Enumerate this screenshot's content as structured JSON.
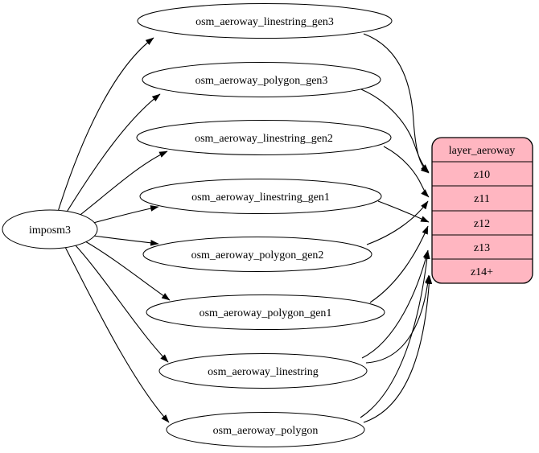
{
  "graph": {
    "background_color": "#ffffff",
    "edge_color": "#000000",
    "source": {
      "label": "imposm3"
    },
    "tables": [
      {
        "label": "osm_aeroway_linestring_gen3"
      },
      {
        "label": "osm_aeroway_polygon_gen3"
      },
      {
        "label": "osm_aeroway_linestring_gen2"
      },
      {
        "label": "osm_aeroway_linestring_gen1"
      },
      {
        "label": "osm_aeroway_polygon_gen2"
      },
      {
        "label": "osm_aeroway_polygon_gen1"
      },
      {
        "label": "osm_aeroway_linestring"
      },
      {
        "label": "osm_aeroway_polygon"
      }
    ],
    "layer": {
      "title": "layer_aeroway",
      "rows": [
        "z10",
        "z11",
        "z12",
        "z13",
        "z14+"
      ],
      "fill": "#ffb6c1",
      "stroke": "#000000"
    },
    "edges": [
      {
        "from": "imposm3",
        "to": "osm_aeroway_linestring_gen3"
      },
      {
        "from": "imposm3",
        "to": "osm_aeroway_polygon_gen3"
      },
      {
        "from": "imposm3",
        "to": "osm_aeroway_linestring_gen2"
      },
      {
        "from": "imposm3",
        "to": "osm_aeroway_linestring_gen1"
      },
      {
        "from": "imposm3",
        "to": "osm_aeroway_polygon_gen2"
      },
      {
        "from": "imposm3",
        "to": "osm_aeroway_polygon_gen1"
      },
      {
        "from": "imposm3",
        "to": "osm_aeroway_linestring"
      },
      {
        "from": "imposm3",
        "to": "osm_aeroway_polygon"
      },
      {
        "from": "osm_aeroway_linestring_gen3",
        "to": "z10"
      },
      {
        "from": "osm_aeroway_polygon_gen3",
        "to": "z10"
      },
      {
        "from": "osm_aeroway_linestring_gen2",
        "to": "z11"
      },
      {
        "from": "osm_aeroway_polygon_gen2",
        "to": "z11"
      },
      {
        "from": "osm_aeroway_linestring_gen1",
        "to": "z12"
      },
      {
        "from": "osm_aeroway_polygon_gen1",
        "to": "z12"
      },
      {
        "from": "osm_aeroway_linestring",
        "to": "z13"
      },
      {
        "from": "osm_aeroway_polygon",
        "to": "z13"
      },
      {
        "from": "osm_aeroway_linestring",
        "to": "z14+"
      },
      {
        "from": "osm_aeroway_polygon",
        "to": "z14+"
      }
    ]
  }
}
